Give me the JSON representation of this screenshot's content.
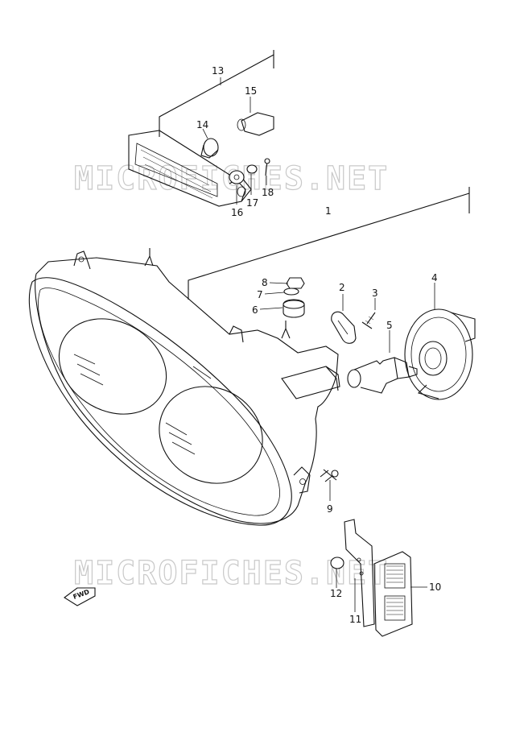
{
  "watermarks": [
    "MICROFICHES.NET",
    "MICROFICHES.NET"
  ],
  "fwd_label": "FWD",
  "callouts": [
    {
      "id": "c1",
      "label": "1"
    },
    {
      "id": "c2",
      "label": "2"
    },
    {
      "id": "c3",
      "label": "3"
    },
    {
      "id": "c4",
      "label": "4"
    },
    {
      "id": "c5",
      "label": "5"
    },
    {
      "id": "c6",
      "label": "6"
    },
    {
      "id": "c7",
      "label": "7"
    },
    {
      "id": "c8",
      "label": "8"
    },
    {
      "id": "c9",
      "label": "9"
    },
    {
      "id": "c10",
      "label": "10"
    },
    {
      "id": "c11",
      "label": "11"
    },
    {
      "id": "c12",
      "label": "12"
    },
    {
      "id": "c13",
      "label": "13"
    },
    {
      "id": "c14",
      "label": "14"
    },
    {
      "id": "c15",
      "label": "15"
    },
    {
      "id": "c16",
      "label": "16"
    },
    {
      "id": "c17",
      "label": "17"
    },
    {
      "id": "c18",
      "label": "18"
    }
  ]
}
